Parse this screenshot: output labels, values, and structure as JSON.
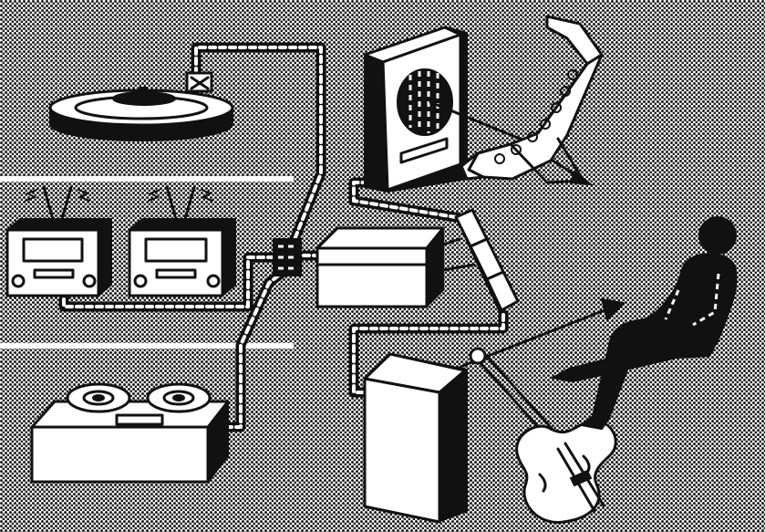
{
  "image": {
    "kind": "monochrome halftone illustration",
    "palette": {
      "ink": "#111111",
      "paper": "#ffffff",
      "halftone": "#c9c9c9"
    }
  },
  "objects": [
    {
      "id": "turntable",
      "icon": "turntable-icon"
    },
    {
      "id": "radio-left",
      "icon": "radio-icon"
    },
    {
      "id": "radio-right",
      "icon": "radio-icon"
    },
    {
      "id": "tape-recorder",
      "icon": "reel-to-reel-icon"
    },
    {
      "id": "switch-junction",
      "icon": "switch-icon"
    },
    {
      "id": "amplifier",
      "icon": "amplifier-icon"
    },
    {
      "id": "preamp-strip",
      "icon": "control-strip-icon"
    },
    {
      "id": "wall-speaker",
      "icon": "speaker-icon"
    },
    {
      "id": "floor-speaker",
      "icon": "speaker-icon"
    },
    {
      "id": "saxophone",
      "icon": "saxophone-icon"
    },
    {
      "id": "violin",
      "icon": "violin-icon"
    },
    {
      "id": "seated-listener",
      "icon": "person-silhouette-icon"
    }
  ]
}
